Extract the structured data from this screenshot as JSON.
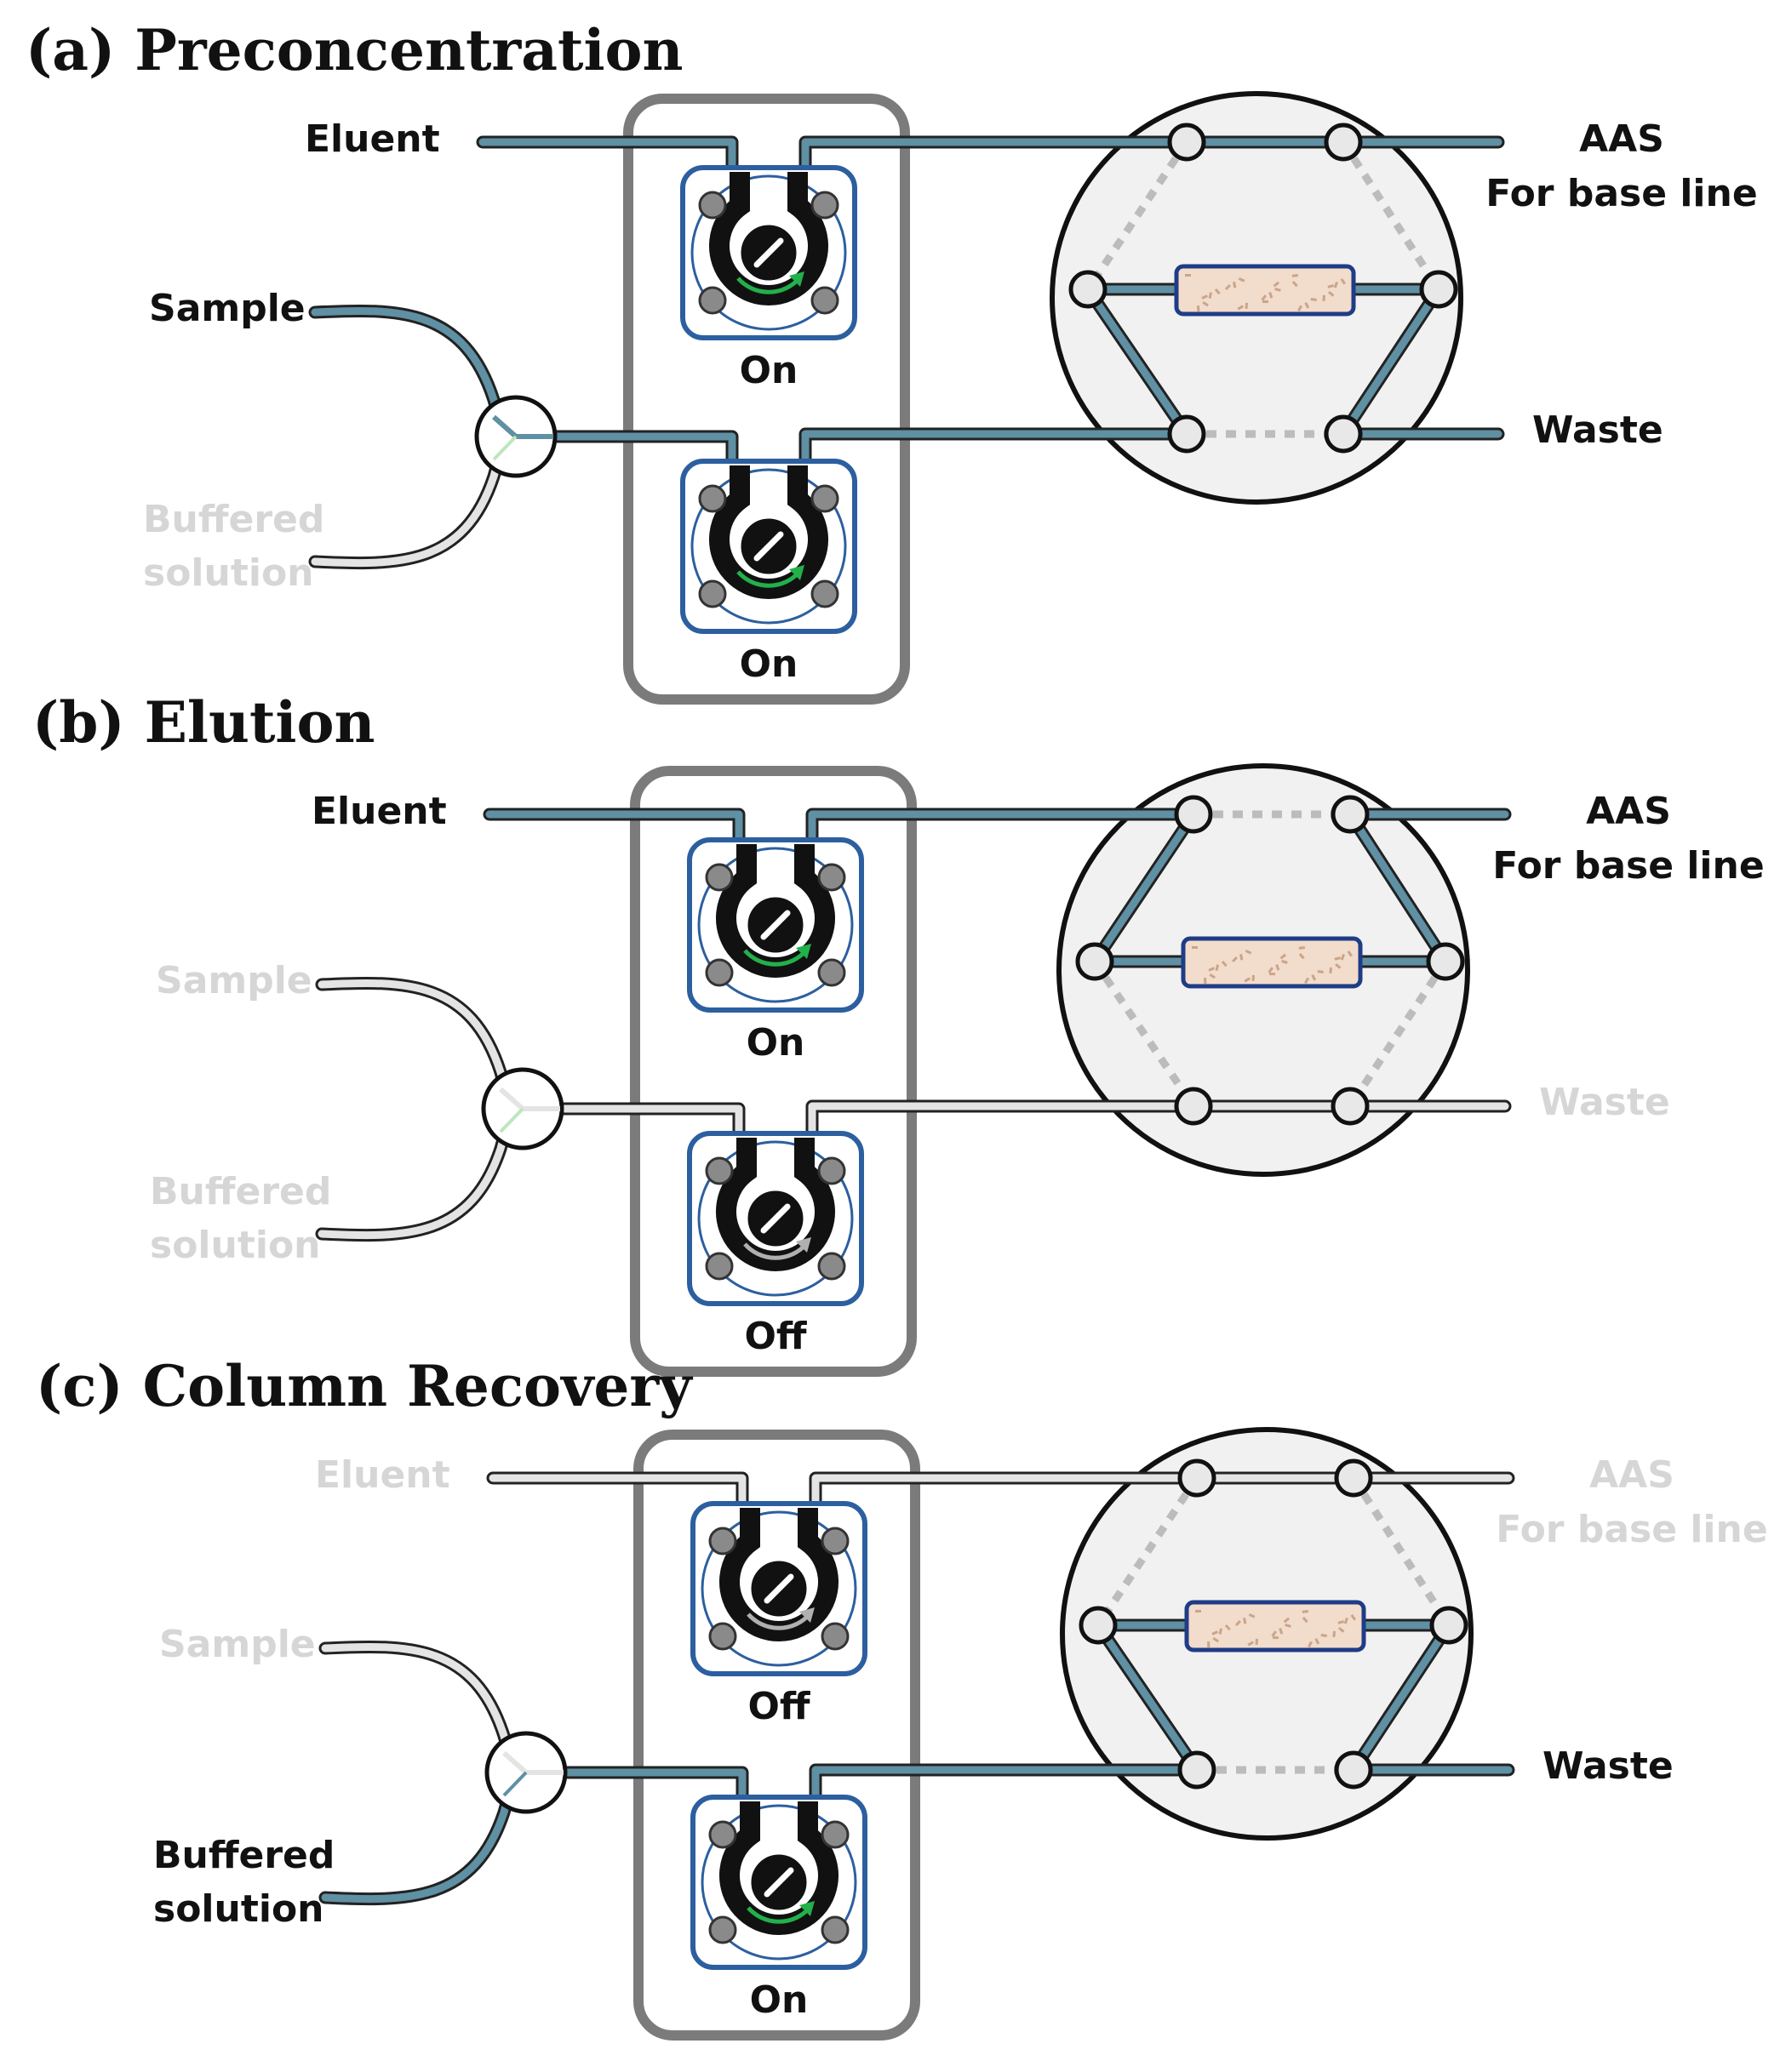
{
  "colors": {
    "active_tube": "#5f90a3",
    "inactive_tube": "#e4e4e4",
    "outline": "#222222",
    "pump_frame": "#2c5f9f",
    "roller_arrow_on": "#22b04b",
    "roller_arrow_off": "#b0b0b0",
    "valve_fill": "#f1f1f1",
    "port_fill": "#e8e8e8",
    "column_packing": "#f2dccb",
    "column_border": "#1f3c86",
    "pump_holder": "#7b7b7b",
    "inactive_label": "#d6d6d6"
  },
  "panels": [
    {
      "id": "a",
      "title": "(a) Preconcentration",
      "eluent": {
        "label": "Eluent",
        "active": true
      },
      "sample": {
        "label": "Sample",
        "active": true
      },
      "buffer": {
        "label1": "Buffered",
        "label2": "solution",
        "active": false
      },
      "pump_top": {
        "state": "On",
        "running": true
      },
      "pump_bottom": {
        "state": "On",
        "running": true
      },
      "aas": {
        "label1": "AAS",
        "label2": "For base line",
        "active": true
      },
      "waste": {
        "label": "Waste",
        "active": true
      },
      "valve_position": "load"
    },
    {
      "id": "b",
      "title": "(b) Elution",
      "eluent": {
        "label": "Eluent",
        "active": true
      },
      "sample": {
        "label": "Sample",
        "active": false
      },
      "buffer": {
        "label1": "Buffered",
        "label2": "solution",
        "active": false
      },
      "pump_top": {
        "state": "On",
        "running": true
      },
      "pump_bottom": {
        "state": "Off",
        "running": false
      },
      "aas": {
        "label1": "AAS",
        "label2": "For base line",
        "active": true
      },
      "waste": {
        "label": "Waste",
        "active": false
      },
      "valve_position": "inject"
    },
    {
      "id": "c",
      "title": "(c) Column Recovery",
      "eluent": {
        "label": "Eluent",
        "active": false
      },
      "sample": {
        "label": "Sample",
        "active": false
      },
      "buffer": {
        "label1": "Buffered",
        "label2": "solution",
        "active": true
      },
      "pump_top": {
        "state": "Off",
        "running": false
      },
      "pump_bottom": {
        "state": "On",
        "running": true
      },
      "aas": {
        "label1": "AAS",
        "label2": "For base line",
        "active": false
      },
      "waste": {
        "label": "Waste",
        "active": true
      },
      "valve_position": "load"
    }
  ]
}
